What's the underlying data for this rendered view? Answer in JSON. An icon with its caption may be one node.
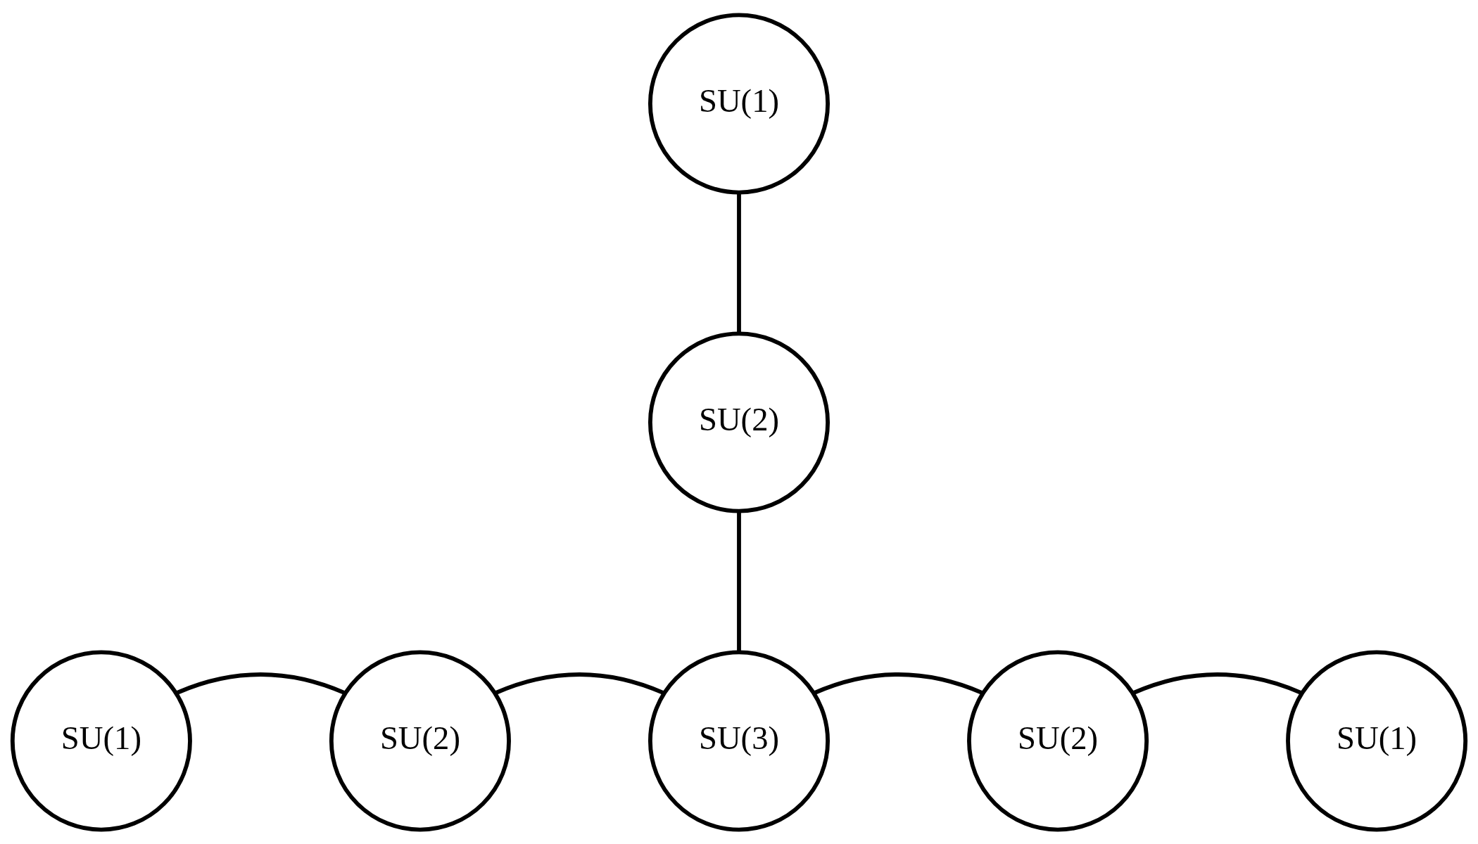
{
  "diagram": {
    "nodes": [
      {
        "text": [
          "SU(1)"
        ]
      },
      {
        "text": [
          "SU(2)"
        ]
      },
      {
        "text": [
          "SU(1)"
        ]
      },
      {
        "text": [
          "SU(2)"
        ]
      },
      {
        "text": [
          "SU(3)"
        ]
      },
      {
        "text": [
          "SU(2)"
        ]
      },
      {
        "text": [
          "SU(1)"
        ]
      }
    ],
    "edges": [
      {
        "from": 0,
        "to": 1,
        "arrow": "none"
      },
      {
        "from": 1,
        "to": 4,
        "arrow": "none"
      },
      {
        "from": 2,
        "to": 3,
        "arrow": "none"
      },
      {
        "from": 3,
        "to": 4,
        "arrow": "none"
      },
      {
        "from": 4,
        "to": 5,
        "arrow": "none"
      },
      {
        "from": 5,
        "to": 6,
        "arrow": "none"
      }
    ]
  }
}
